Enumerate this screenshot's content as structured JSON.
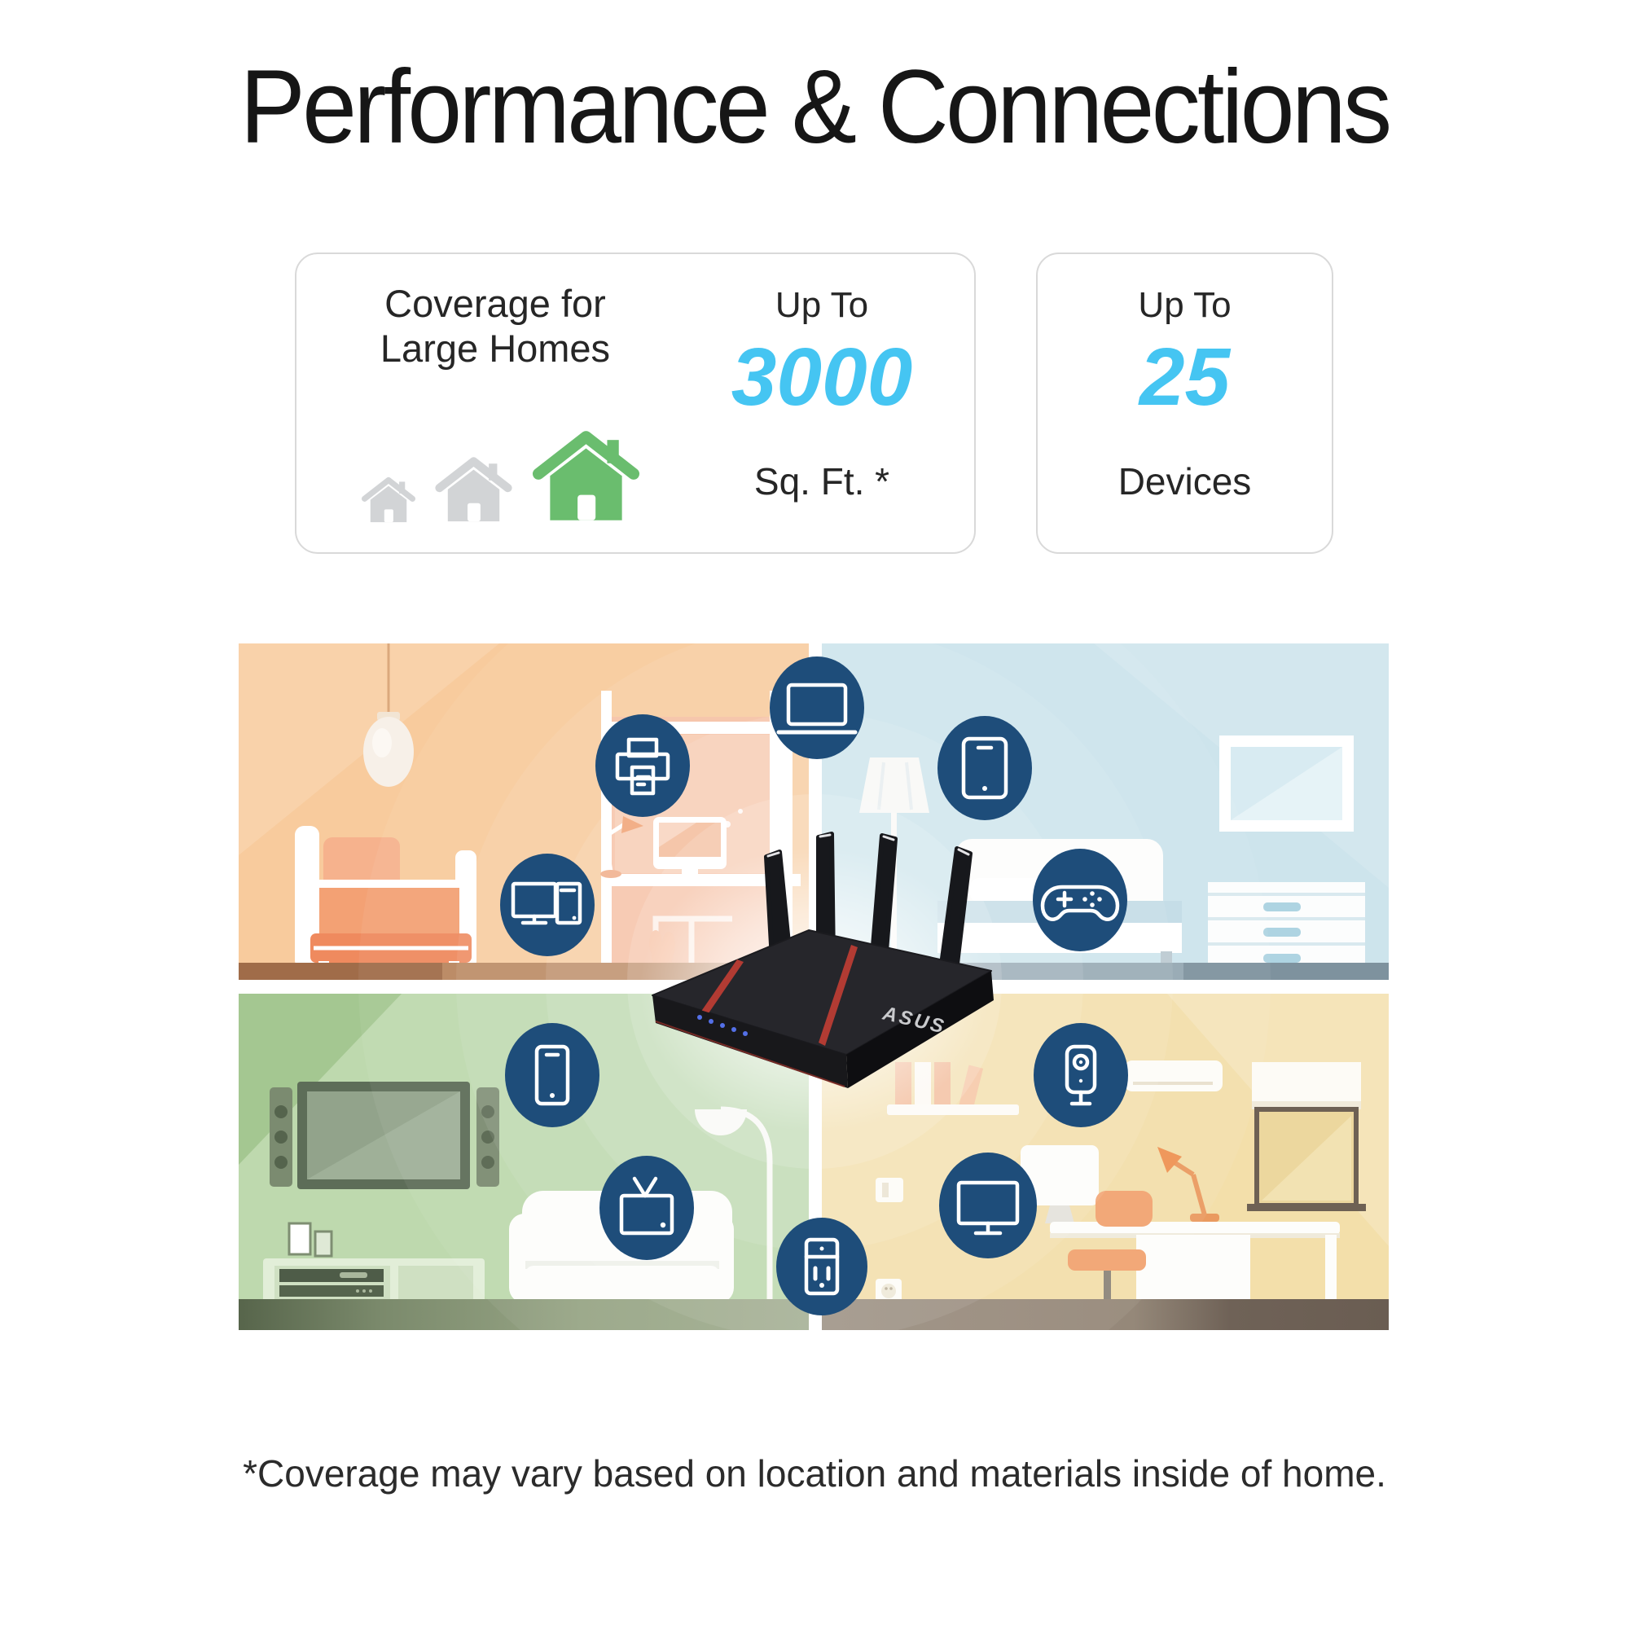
{
  "title": "Performance & Connections",
  "cards": {
    "coverage": {
      "label_line1": "Coverage for",
      "label_line2": "Large Homes",
      "up_to": "Up To",
      "value": "3000",
      "unit": "Sq. Ft. *"
    },
    "devices": {
      "up_to": "Up To",
      "value": "25",
      "unit": "Devices"
    }
  },
  "router": {
    "brand": "ASUS"
  },
  "disclaimer": "*Coverage may vary based on location and materials inside of home.",
  "icons": {
    "houses": [
      "small-house-icon",
      "medium-house-icon",
      "large-house-icon"
    ],
    "devices": [
      "laptop-icon",
      "printer-icon",
      "desktop-computer-icon",
      "tablet-icon",
      "game-controller-icon",
      "smartphone-icon",
      "tv-icon",
      "security-camera-icon",
      "monitor-icon",
      "smart-plug-icon"
    ]
  },
  "colors": {
    "accent_blue": "#45c5f2",
    "device_circle_blue": "#1e4d7a",
    "house_green": "#6abd6e",
    "house_gray": "#d2d4d6",
    "room_orange": "#f8cb9d",
    "room_blue": "#cde4ec",
    "room_green": "#bed9ae",
    "room_yellow": "#f3dfaa"
  }
}
